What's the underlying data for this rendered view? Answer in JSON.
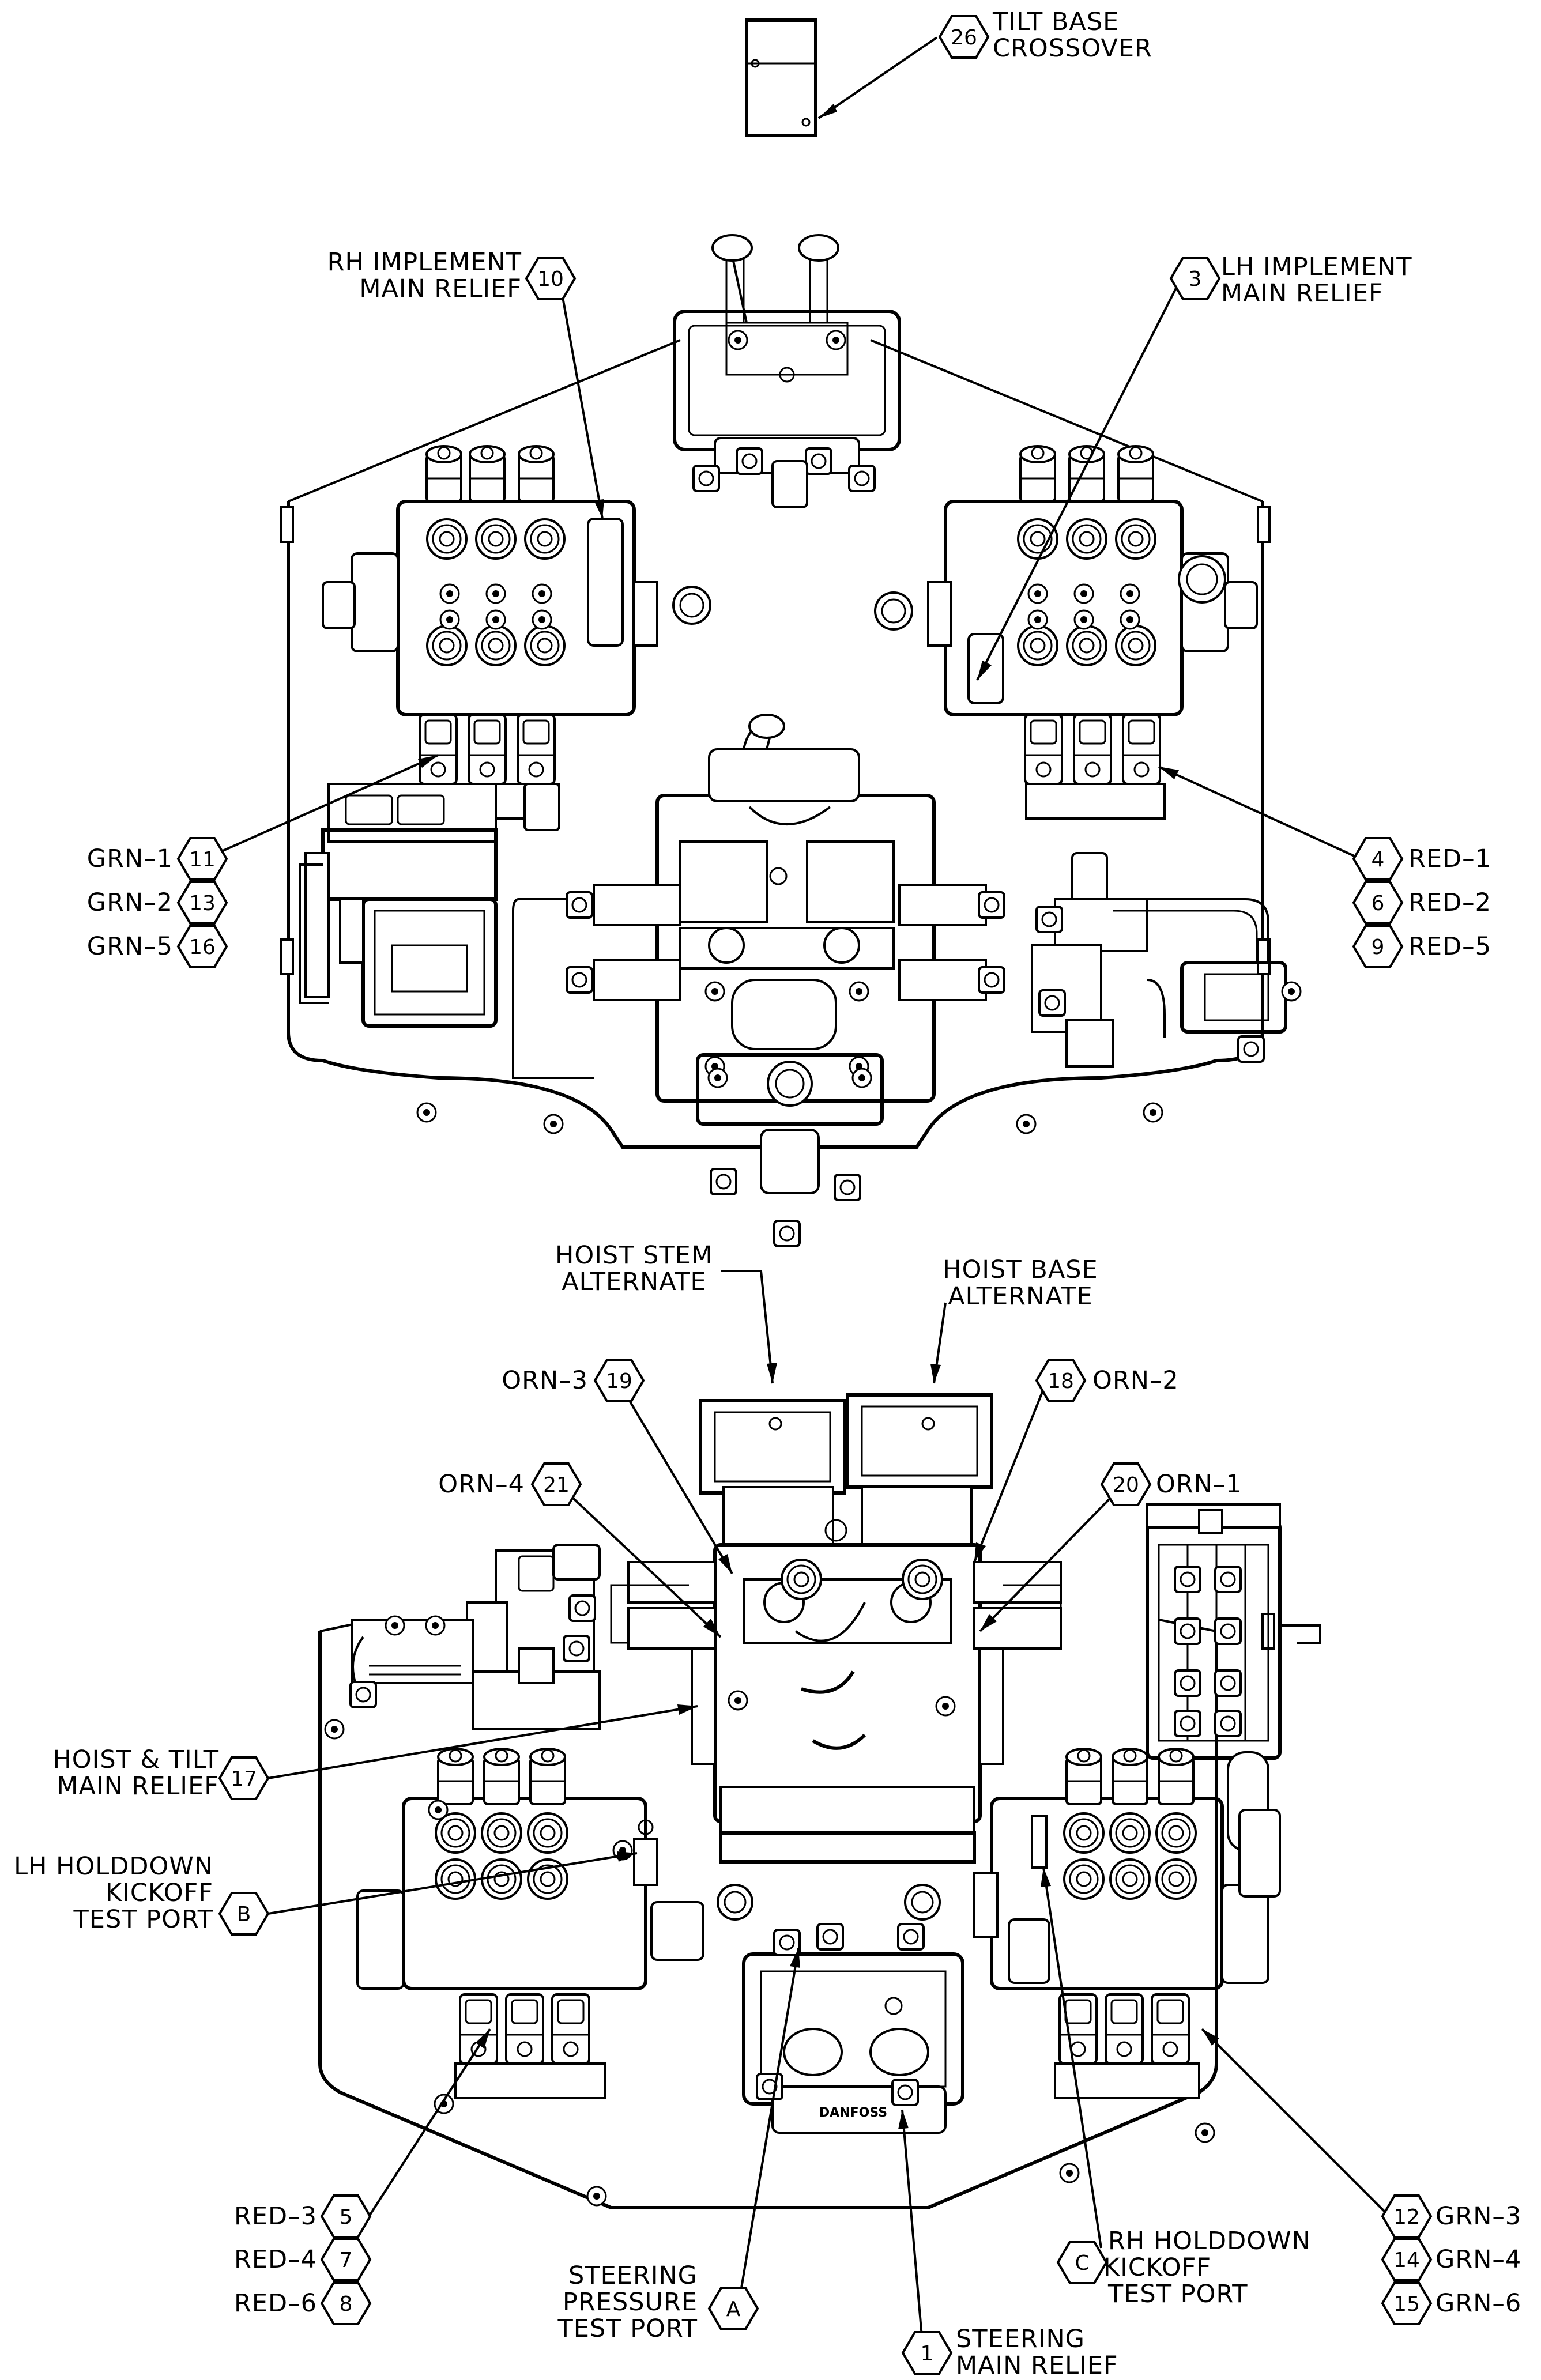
{
  "callouts": {
    "c26": {
      "num": "26",
      "line1": "TILT BASE",
      "line2": "CROSSOVER"
    },
    "c10": {
      "num": "10",
      "line1": "RH IMPLEMENT",
      "line2": "MAIN RELIEF"
    },
    "c3": {
      "num": "3",
      "line1": "LH IMPLEMENT",
      "line2": "MAIN RELIEF"
    },
    "c11": {
      "num": "11",
      "text": "GRN–1"
    },
    "c13": {
      "num": "13",
      "text": "GRN–2"
    },
    "c16": {
      "num": "16",
      "text": "GRN–5"
    },
    "c4": {
      "num": "4",
      "text": "RED–1"
    },
    "c6": {
      "num": "6",
      "text": "RED–2"
    },
    "c9": {
      "num": "9",
      "text": "RED–5"
    },
    "hoist_stem": {
      "line1": "HOIST STEM",
      "line2": "ALTERNATE"
    },
    "hoist_base": {
      "line1": "HOIST BASE",
      "line2": "ALTERNATE"
    },
    "c19": {
      "num": "19",
      "text": "ORN–3"
    },
    "c18": {
      "num": "18",
      "text": "ORN–2"
    },
    "c21": {
      "num": "21",
      "text": "ORN–4"
    },
    "c20": {
      "num": "20",
      "text": "ORN–1"
    },
    "c17": {
      "num": "17",
      "line1": "HOIST & TILT",
      "line2": "MAIN RELIEF"
    },
    "cB": {
      "num": "B",
      "line1": "LH HOLDDOWN",
      "line2": "KICKOFF",
      "line3": "TEST PORT"
    },
    "c5": {
      "num": "5",
      "text": "RED–3"
    },
    "c7": {
      "num": "7",
      "text": "RED–4"
    },
    "c8": {
      "num": "8",
      "text": "RED–6"
    },
    "c12": {
      "num": "12",
      "text": "GRN–3"
    },
    "c14": {
      "num": "14",
      "text": "GRN–4"
    },
    "c15": {
      "num": "15",
      "text": "GRN–6"
    },
    "cC": {
      "num": "C",
      "line1": "RH HOLDDOWN",
      "line2": "KICKOFF",
      "line3": "TEST PORT"
    },
    "cA": {
      "num": "A",
      "line1": "STEERING",
      "line2": "PRESSURE",
      "line3": "TEST PORT"
    },
    "c1": {
      "num": "1",
      "line1": "STEERING",
      "line2": "MAIN RELIEF"
    }
  },
  "brand_mark": "DANFOSS"
}
